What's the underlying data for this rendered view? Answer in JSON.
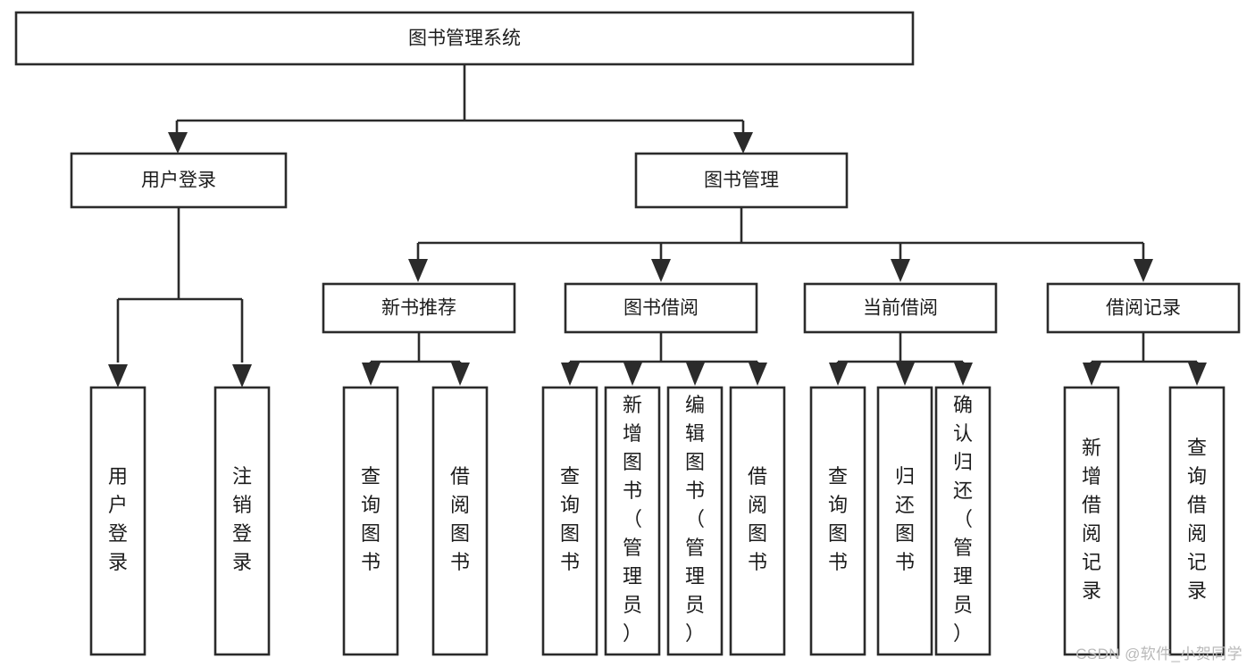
{
  "diagram": {
    "type": "tree",
    "title": "图书管理系统",
    "orientation": "top-down",
    "colors": {
      "stroke": "#2b2b2b",
      "fill": "#ffffff",
      "text": "#1c1c1c",
      "watermark": "#b9b9b9"
    },
    "root": {
      "label": "图书管理系统",
      "level": 0
    },
    "level1": [
      {
        "label": "用户登录"
      },
      {
        "label": "图书管理"
      }
    ],
    "level2": [
      {
        "label": "新书推荐",
        "parent": "图书管理"
      },
      {
        "label": "图书借阅",
        "parent": "图书管理"
      },
      {
        "label": "当前借阅",
        "parent": "图书管理"
      },
      {
        "label": "借阅记录",
        "parent": "图书管理"
      }
    ],
    "leaves": {
      "用户登录": [
        "用户登录",
        "注销登录"
      ],
      "新书推荐": [
        "查询图书",
        "借阅图书"
      ],
      "图书借阅": [
        "查询图书",
        "新增图书（管理员）",
        "编辑图书（管理员）",
        "借阅图书"
      ],
      "当前借阅": [
        "查询图书",
        "归还图书",
        "确认归还（管理员）"
      ],
      "借阅记录": [
        "新增借阅记录",
        "查询借阅记录"
      ]
    }
  },
  "watermark": {
    "text": "CSDN @软件_小贺同学"
  }
}
